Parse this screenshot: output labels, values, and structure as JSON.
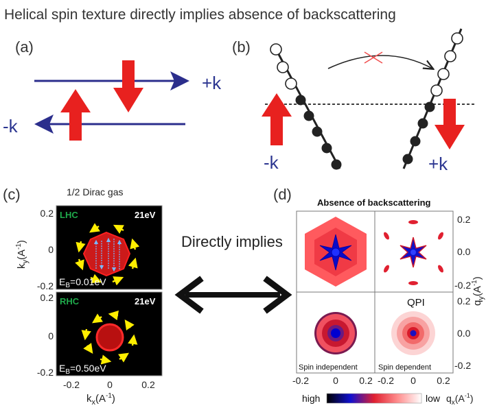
{
  "title": "Helical spin texture directly implies absence of backscattering",
  "panel_a": {
    "label": "(a)",
    "plus_k": "+k",
    "minus_k": "-k"
  },
  "panel_b": {
    "label": "(b)",
    "minus_k": "-k",
    "plus_k": "+k"
  },
  "panel_c": {
    "label": "(c)",
    "subtitle": "1/2 Dirac gas",
    "top_map": {
      "polarization": "LHC",
      "energy": "21eV",
      "binding_prefix": "E",
      "binding_sub": "B",
      "binding_value": "=0.01eV"
    },
    "bottom_map": {
      "polarization": "RHC",
      "energy": "21eV",
      "binding_prefix": "E",
      "binding_sub": "B",
      "binding_value": "=0.50eV"
    },
    "y_ticks_top": [
      "0.2",
      "0",
      "-0.2"
    ],
    "y_ticks_bottom": [
      "0.2",
      "0",
      "-0.2"
    ],
    "x_ticks": [
      "-0.2",
      "0",
      "0.2"
    ],
    "ylabel_main": "k",
    "ylabel_sub": "y",
    "ylabel_unit": "(A",
    "ylabel_exp": "-1",
    "ylabel_close": ")",
    "xlabel_main": "k",
    "xlabel_sub": "x",
    "xlabel_unit": "(A",
    "xlabel_exp": "-1",
    "xlabel_close": ")"
  },
  "middle": {
    "label": "Directly implies"
  },
  "panel_d": {
    "label": "(d)",
    "subtitle": "Absence of backscattering",
    "qpi_label": "QPI",
    "spin_independent": "Spin independent",
    "spin_dependent": "Spin dependent",
    "y_ticks_top": [
      "0.2",
      "0.0",
      "-0.2"
    ],
    "y_ticks_bottom": [
      "0.2",
      "0.0",
      "-0.2"
    ],
    "x_ticks_left": [
      "-0.2",
      "0",
      "0.2"
    ],
    "x_ticks_right": [
      "-0.2",
      "0",
      "0.2"
    ],
    "ylabel_main": "q",
    "ylabel_sub": "y",
    "ylabel_unit": "(A",
    "ylabel_exp": "-1",
    "ylabel_close": ")",
    "xlabel_main": "q",
    "xlabel_sub": "x",
    "xlabel_unit": "(A",
    "xlabel_exp": "-1",
    "xlabel_close": ")",
    "colorbar_high": "high",
    "colorbar_low": "low"
  },
  "colors": {
    "arrow_red": "#e8211f",
    "line_blue": "#2b2e8c",
    "label_blue": "#2b3590",
    "label_green": "#1faa4b",
    "spin_yellow": "#ffee00",
    "qpi_blue": "#0000cc"
  }
}
